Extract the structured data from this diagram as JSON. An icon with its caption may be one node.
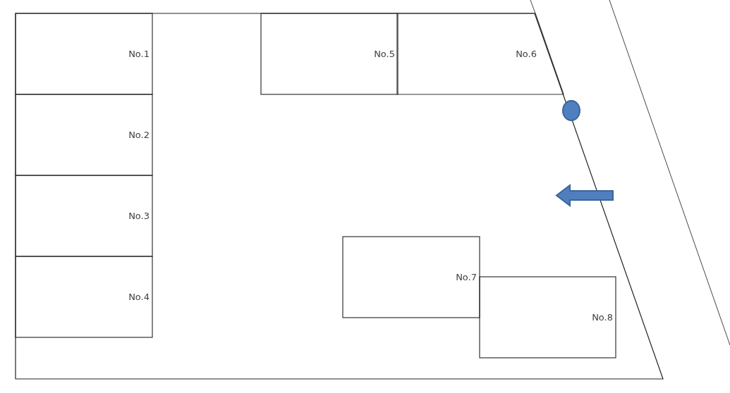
{
  "diagram": {
    "nodes": [
      {
        "text": [
          "No.1"
        ]
      },
      {
        "text": [
          "No.2"
        ]
      },
      {
        "text": [
          "No.3"
        ]
      },
      {
        "text": [
          "No.4"
        ]
      },
      {
        "text": [
          "No.5"
        ]
      },
      {
        "text": [
          "No.6"
        ]
      },
      {
        "text": [
          "No.7"
        ]
      },
      {
        "text": [
          "No.8"
        ]
      }
    ]
  }
}
